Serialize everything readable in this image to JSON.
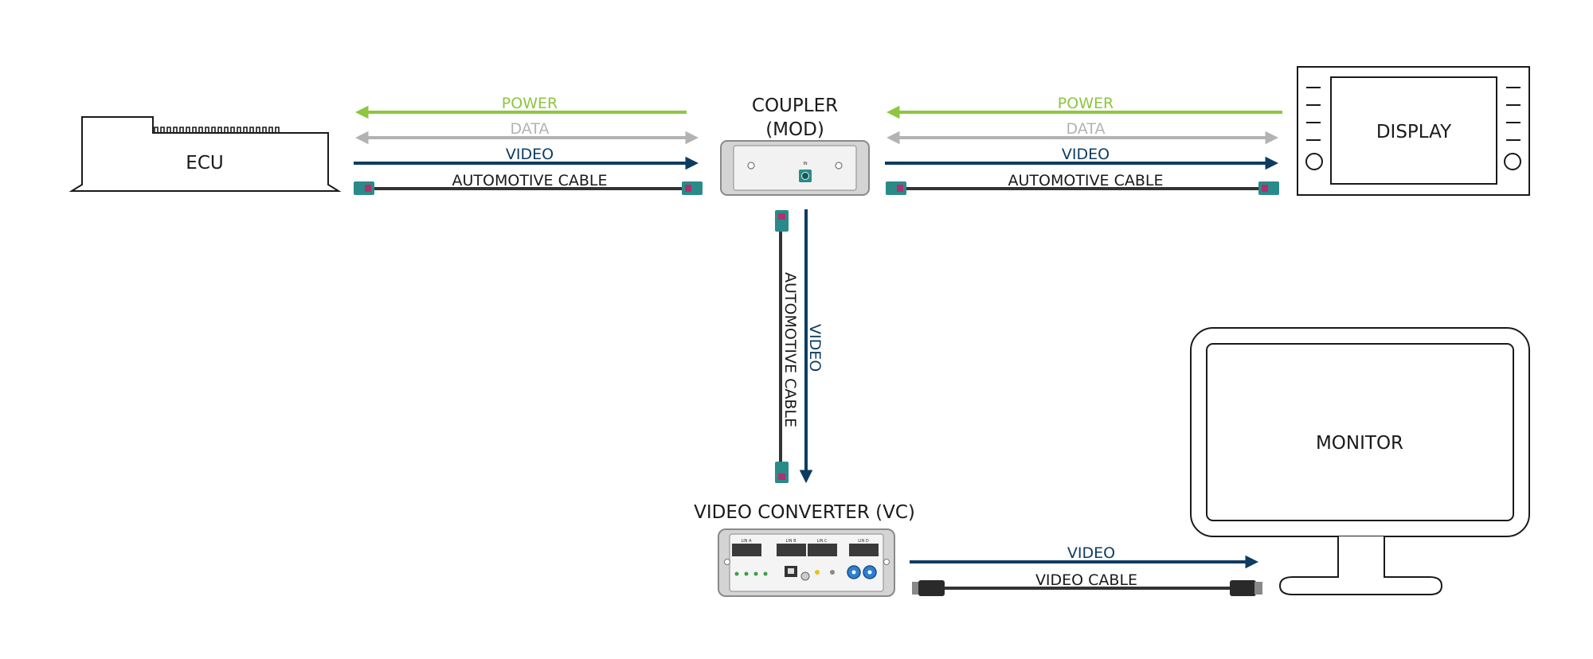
{
  "devices": {
    "ecu": "ECU",
    "coupler_line1": "COUPLER",
    "coupler_line2": "(MOD)",
    "display": "DISPLAY",
    "video_converter": "VIDEO CONVERTER (VC)",
    "monitor": "MONITOR"
  },
  "signals": {
    "power": "POWER",
    "data": "DATA",
    "video": "VIDEO",
    "automotive_cable": "AUTOMOTIVE CABLE",
    "video_cable": "VIDEO CABLE"
  },
  "colors": {
    "power": "#8dc63f",
    "data": "#b3b3b3",
    "video": "#0d3c61",
    "cable": "#333333",
    "connector": "#2a8a8a",
    "connector_tip": "#b0306e"
  }
}
